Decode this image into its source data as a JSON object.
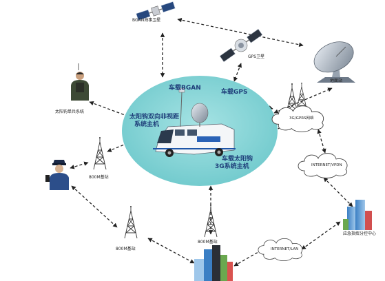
{
  "labels": {
    "bgan_satellite": "BGAN海事卫星",
    "gps_satellite": "GPS卫星",
    "ground_station": "地面站",
    "single_soldier": "太阳钩单兵系统",
    "base_station_800m_left": "800M基站",
    "base_station_800m_bottom_left": "800M基站",
    "base_station_800m_bottom_center": "800M基站",
    "emergency_center": "应急指挥分控中心"
  },
  "hub": {
    "vehicle_bgan": "车载BGAN",
    "vehicle_gps": "车载GPS",
    "dual_view_host_line1": "太阳钩双向非视距",
    "dual_view_host_line2": "系统主机",
    "vehicle_3g_line1": "车载太阳钩",
    "vehicle_3g_line2": "3G系统主机"
  },
  "clouds": {
    "gprs": "3G/GPRS网络",
    "vpdn": "INTERNET/VPDN",
    "lan": "INTERNET/LAN"
  },
  "colors": {
    "ellipse_fill": "#79cfd2",
    "hub_text": "#1f3f7a",
    "arrow": "#222222"
  },
  "icons": [
    "satellite-icon",
    "dish-icon",
    "soldier-icon",
    "police-icon",
    "tower-icon",
    "van-icon",
    "cloud-icon",
    "building-icon"
  ]
}
